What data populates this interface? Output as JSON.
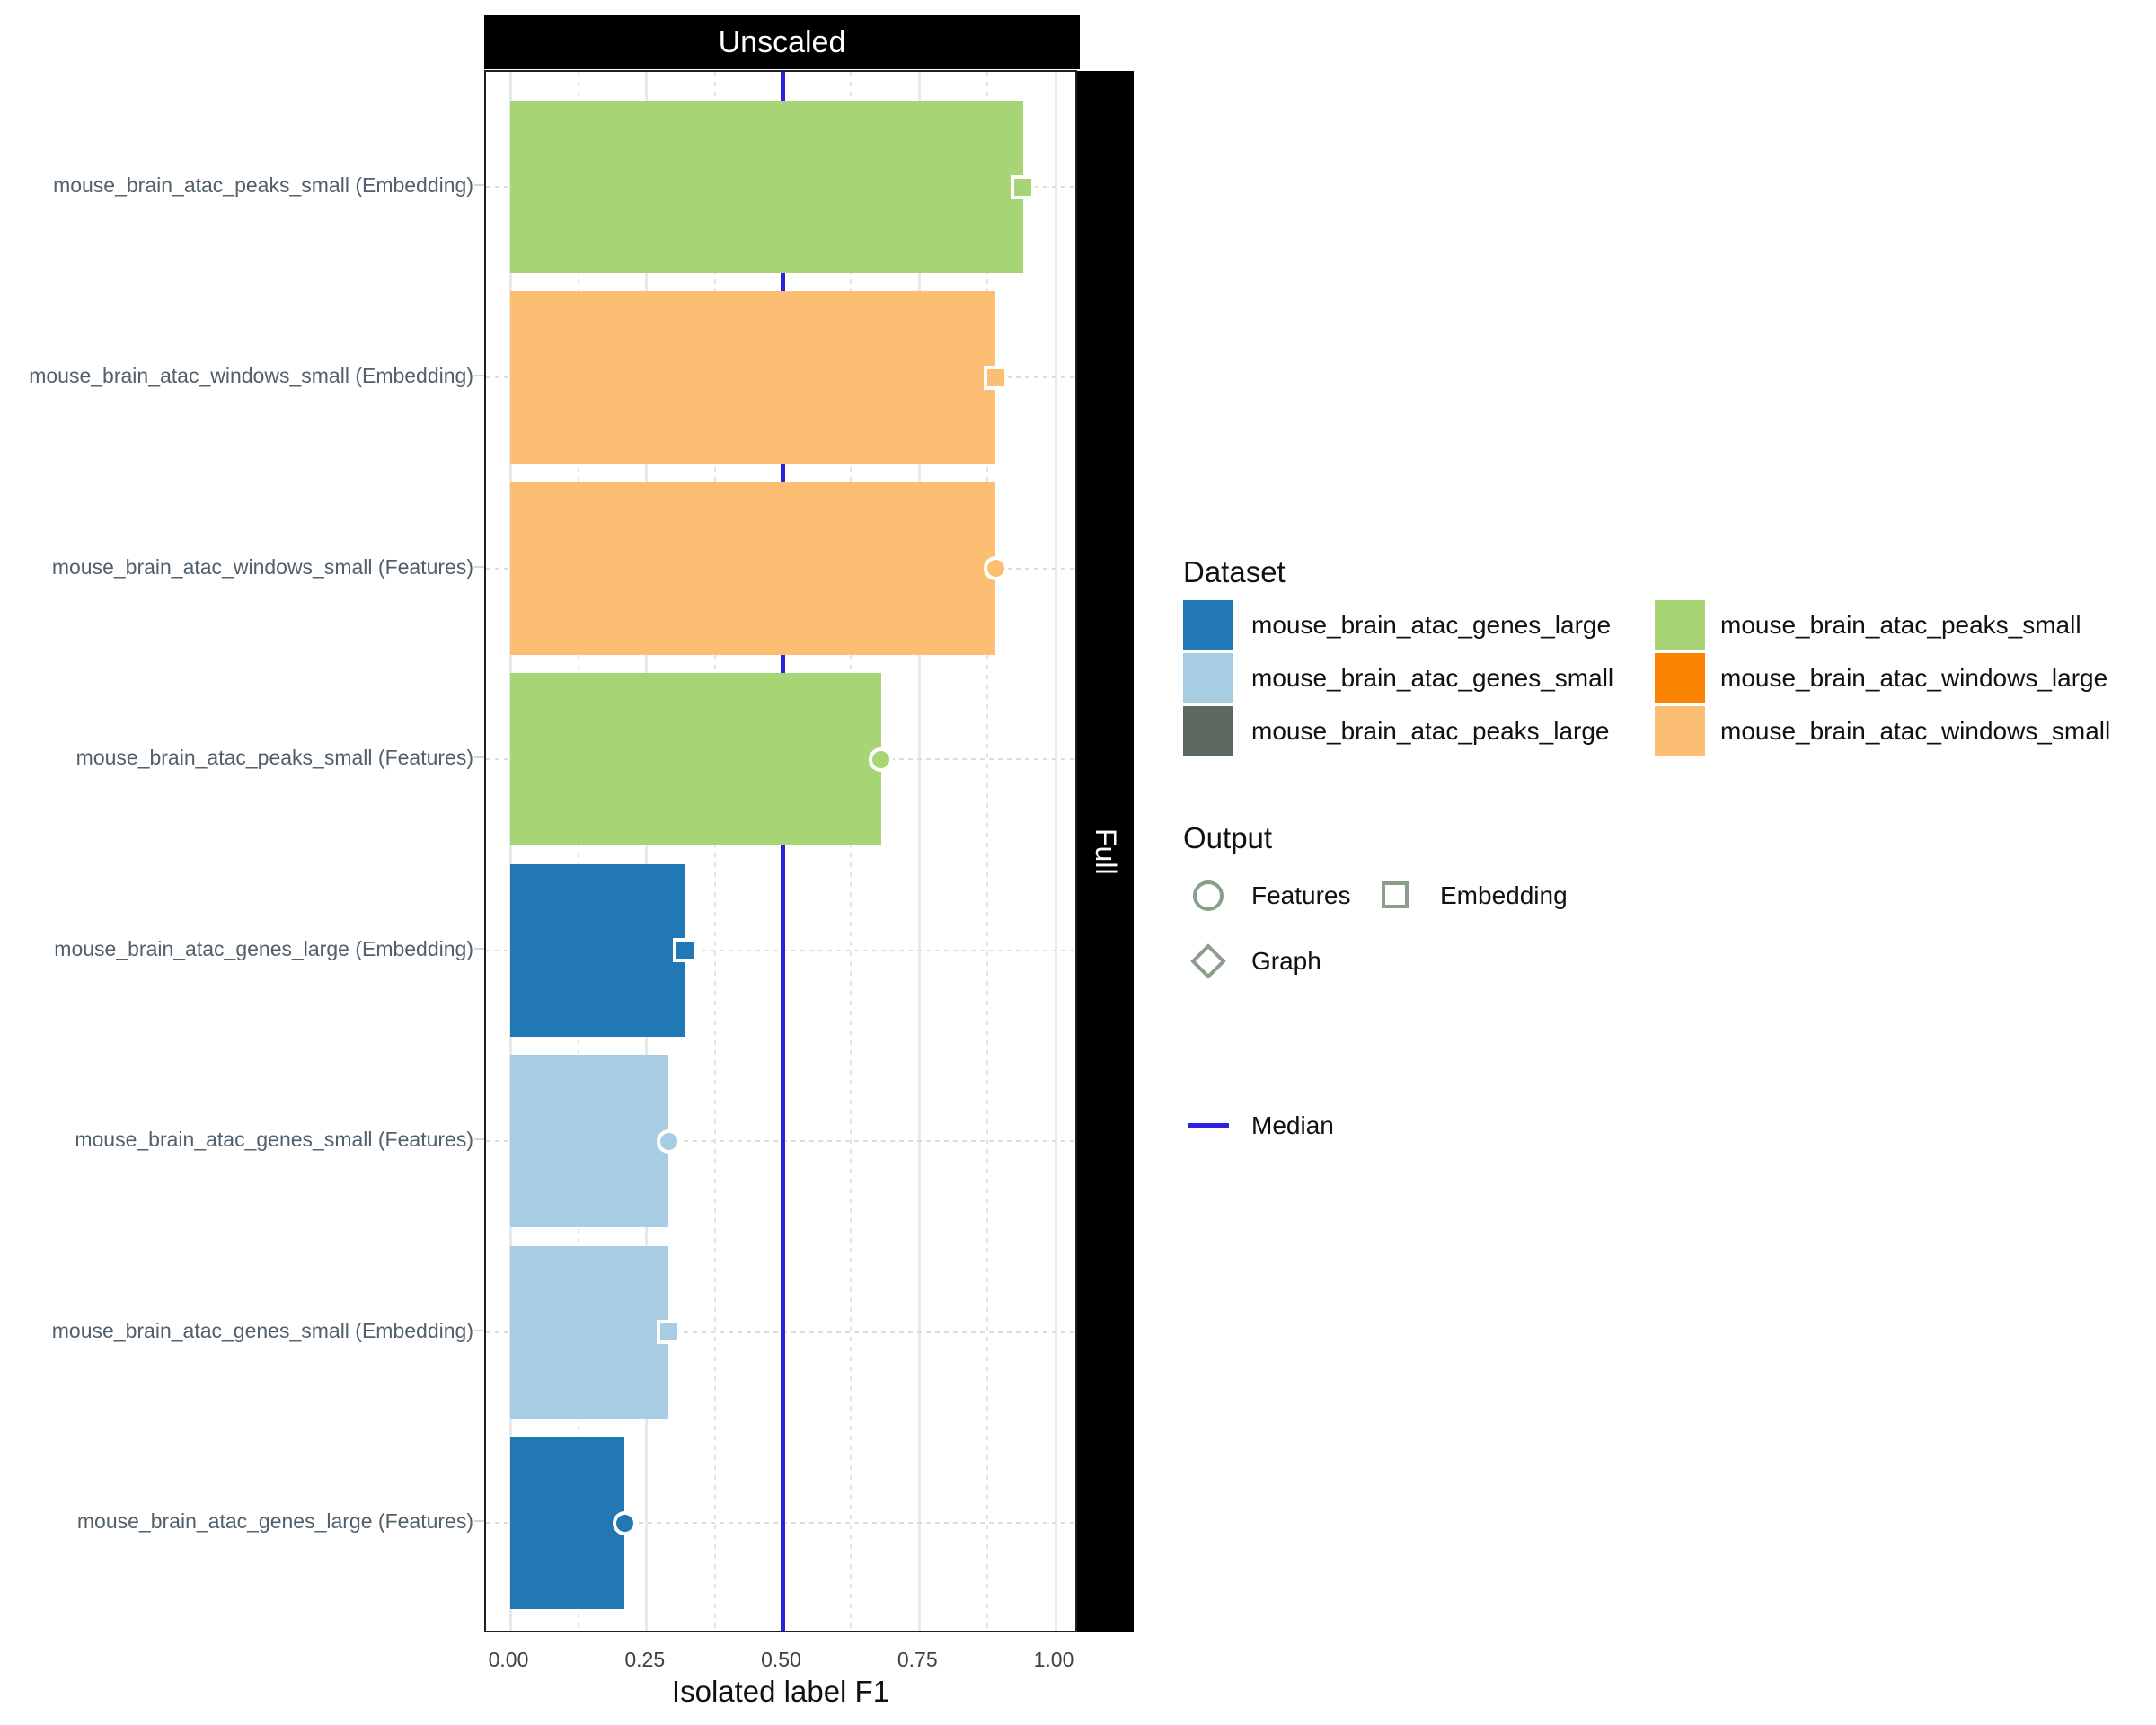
{
  "chart_data": {
    "type": "bar",
    "orientation": "horizontal",
    "facet_column_title": "Unscaled",
    "facet_row_title": "Full",
    "xlabel": "Isolated label F1",
    "xlim": [
      0,
      1
    ],
    "xticks": [
      0,
      0.25,
      0.5,
      0.75,
      1.0
    ],
    "xtick_labels": [
      "0.00",
      "0.25",
      "0.50",
      "0.75",
      "1.00"
    ],
    "minor_xticks": [
      0.125,
      0.375,
      0.625,
      0.875
    ],
    "grid": "on",
    "median_value": 0.5,
    "rows": [
      {
        "label": "mouse_brain_atac_peaks_small (Embedding)",
        "dataset": "mouse_brain_atac_peaks_small",
        "output": "Embedding",
        "marker": "square",
        "value": 0.94
      },
      {
        "label": "mouse_brain_atac_windows_small (Embedding)",
        "dataset": "mouse_brain_atac_windows_small",
        "output": "Embedding",
        "marker": "square",
        "value": 0.89
      },
      {
        "label": "mouse_brain_atac_windows_small (Features)",
        "dataset": "mouse_brain_atac_windows_small",
        "output": "Features",
        "marker": "circle",
        "value": 0.89
      },
      {
        "label": "mouse_brain_atac_peaks_small (Features)",
        "dataset": "mouse_brain_atac_peaks_small",
        "output": "Features",
        "marker": "circle",
        "value": 0.68
      },
      {
        "label": "mouse_brain_atac_genes_large (Embedding)",
        "dataset": "mouse_brain_atac_genes_large",
        "output": "Embedding",
        "marker": "square",
        "value": 0.32
      },
      {
        "label": "mouse_brain_atac_genes_small (Features)",
        "dataset": "mouse_brain_atac_genes_small",
        "output": "Features",
        "marker": "circle",
        "value": 0.29
      },
      {
        "label": "mouse_brain_atac_genes_small (Embedding)",
        "dataset": "mouse_brain_atac_genes_small",
        "output": "Embedding",
        "marker": "square",
        "value": 0.29
      },
      {
        "label": "mouse_brain_atac_genes_large (Features)",
        "dataset": "mouse_brain_atac_genes_large",
        "output": "Features",
        "marker": "circle",
        "value": 0.21
      }
    ]
  },
  "colors": {
    "mouse_brain_atac_genes_large": "#2278b4",
    "mouse_brain_atac_genes_small": "#a8cce1",
    "mouse_brain_atac_peaks_large": "#5d695e",
    "mouse_brain_atac_peaks_small": "#a7d575",
    "mouse_brain_atac_windows_large": "#fb8304",
    "mouse_brain_atac_windows_small": "#fcbe72",
    "median_line": "#2a22e0",
    "legend_key_stroke": "#8a9e8a"
  },
  "legend": {
    "dataset_title": "Dataset",
    "dataset_items": [
      "mouse_brain_atac_genes_large",
      "mouse_brain_atac_genes_small",
      "mouse_brain_atac_peaks_large",
      "mouse_brain_atac_peaks_small",
      "mouse_brain_atac_windows_large",
      "mouse_brain_atac_windows_small"
    ],
    "output_title": "Output",
    "output_items": [
      {
        "shape": "circle",
        "label": "Features"
      },
      {
        "shape": "square",
        "label": "Embedding"
      },
      {
        "shape": "diamond",
        "label": "Graph"
      }
    ],
    "median_label": "Median"
  }
}
